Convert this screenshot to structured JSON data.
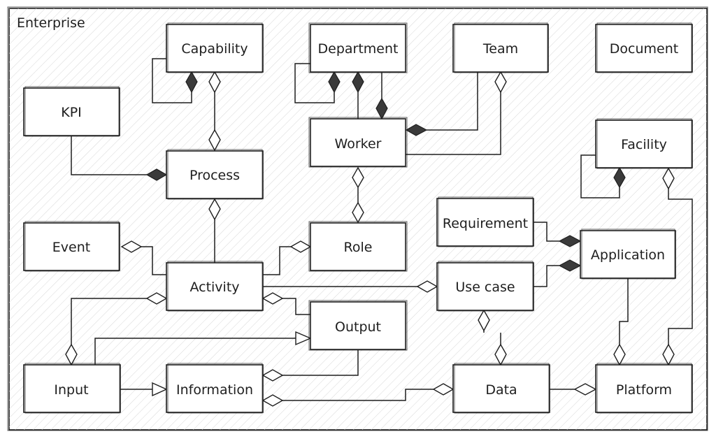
{
  "frame": {
    "label": "Enterprise"
  },
  "nodes": {
    "capability": "Capability",
    "department": "Department",
    "team": "Team",
    "document": "Document",
    "kpi": "KPI",
    "worker": "Worker",
    "facility": "Facility",
    "process": "Process",
    "requirement": "Requirement",
    "application": "Application",
    "event": "Event",
    "role": "Role",
    "activity": "Activity",
    "usecase": "Use case",
    "output": "Output",
    "input": "Input",
    "information": "Information",
    "data": "Data",
    "platform": "Platform"
  }
}
